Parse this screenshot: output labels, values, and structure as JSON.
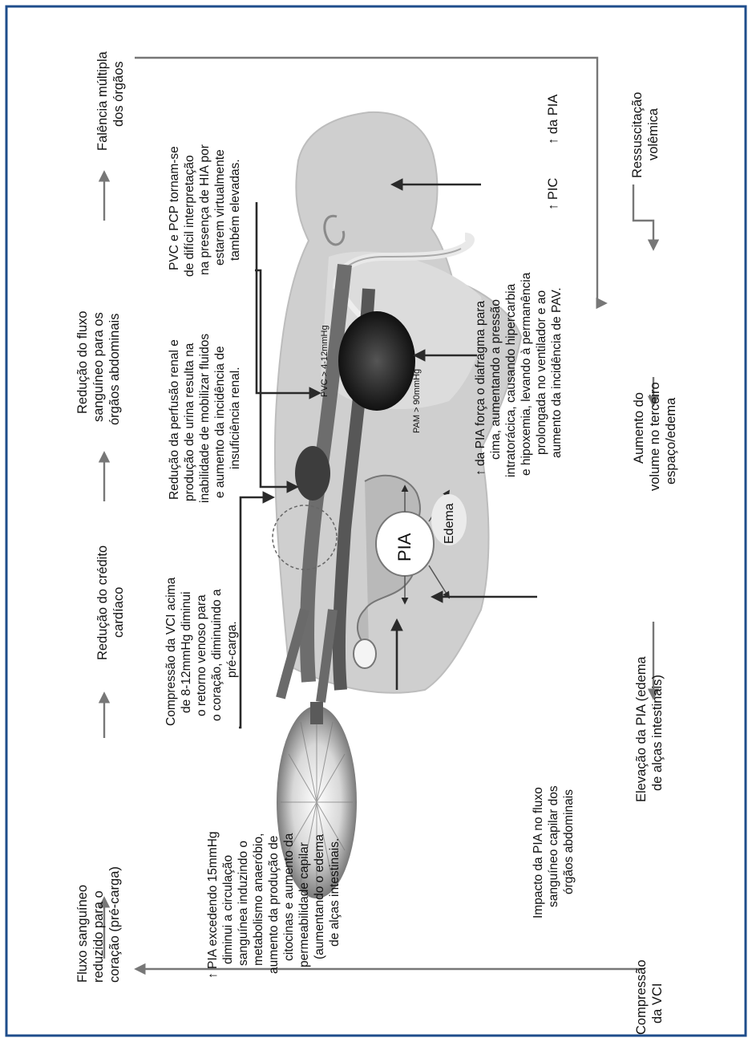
{
  "texts": {
    "fluxo_reduzido": [
      "Fluxo sanguíneo",
      "reduzido para o",
      "coração (pré-carga)"
    ],
    "reducao_debito": [
      "Redução do crédito",
      "cardíaco"
    ],
    "reducao_fluxo_abd": [
      "Redução do fluxo",
      "sanguíneo para os",
      "órgãos abdominais"
    ],
    "falencia": [
      "Falência múltipla",
      "dos órgãos"
    ],
    "compressao_vci": [
      "Compressão",
      "da VCI"
    ],
    "elevacao_pia": [
      "Elevação da PIA (edema",
      "de alças intestinais)"
    ],
    "aumento_volume": [
      "Aumento do",
      "volume no terceiro",
      "espaço/edema"
    ],
    "ressuscitacao": [
      "Ressuscitação",
      "volêmica"
    ],
    "pia_15": [
      "↑ PIA excedendo 15mmHg",
      "diminui a circulação",
      "sanguínea induzindo o",
      "metabolismo anaeróbio,",
      "aumento da produção de",
      "citocinas e aumento da",
      "permeabilidade capilar",
      "(aumentando o edema",
      "de alças intestinais."
    ],
    "vci_compressao": [
      "Compressão da VCI acima",
      "de 8-12mmHg diminui",
      "o retorno venoso para",
      "o coração, diminuindo a",
      "pré-carga."
    ],
    "perfusao_renal": [
      "Redução da perfusão renal e",
      "produção de urina resulta na",
      "inabilidade de mobilizar fluidos",
      "e aumento da incidência de",
      "insuficiência renal."
    ],
    "pvc_pcp": [
      "PVC e PCP tornam-se",
      "de difícil interpretação",
      "na presença de HIA por",
      "estarem virtualmente",
      "também elevadas."
    ],
    "diafragma": [
      "↑ da PIA força o diafragma para",
      "cima, aumentando a pressão",
      "intratorácica, causando hipercarbia",
      "e hipoxemia, levando à permanência",
      "prolongada no ventilador e ao",
      "aumento da incidência de PAV."
    ],
    "impacto": [
      "Impacto da PIA no fluxo",
      "sanguíneo capilar dos",
      "órgãos abdominais"
    ],
    "pic": "↑ PIC",
    "da_pia": "↑ da PIA",
    "pia_label": "PIA",
    "edema_label": "Edema",
    "pvc_label": "PVC > 4-12mmHg",
    "pam_label": "PAM > 90mmHg"
  },
  "colors": {
    "border": "#1f4e8c",
    "flow_arrow": "#777777",
    "body_fill": "#cfcfcf",
    "dark_fill": "#444444"
  }
}
